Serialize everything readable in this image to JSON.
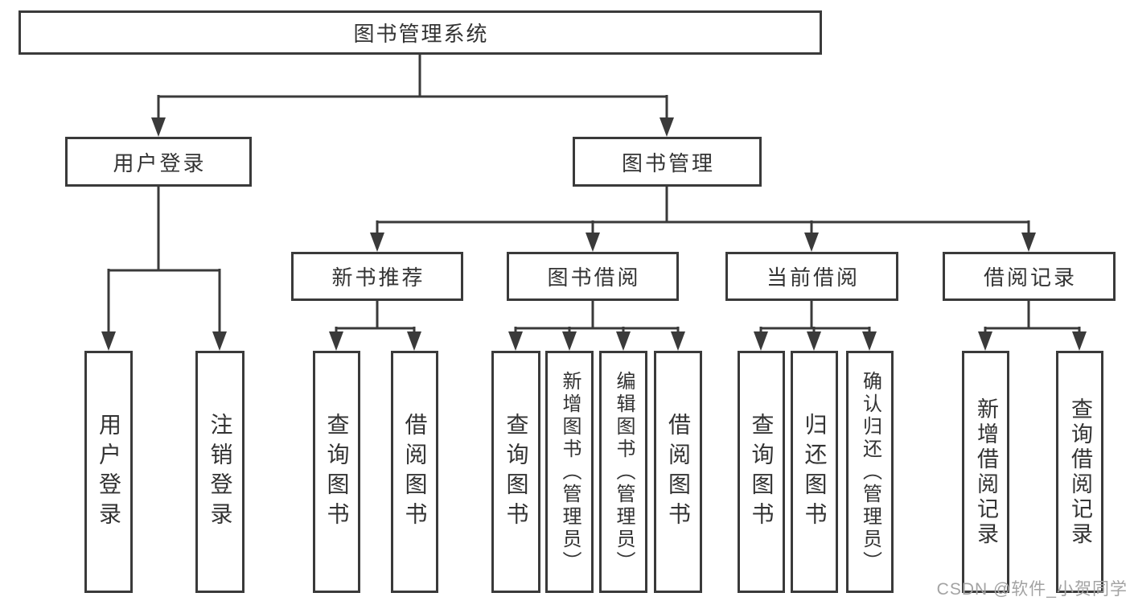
{
  "colors": {
    "line": "#3a3a3a",
    "text": "#333333",
    "box_background": "#ffffff",
    "watermark": "#a3a3a3"
  },
  "diagram": {
    "root": {
      "label": "图书管理系统",
      "children": [
        {
          "label": "用户登录",
          "children": [
            {
              "label": "用户登录"
            },
            {
              "label": "注销登录"
            }
          ]
        },
        {
          "label": "图书管理",
          "children": [
            {
              "label": "新书推荐",
              "children": [
                {
                  "label": "查询图书"
                },
                {
                  "label": "借阅图书"
                }
              ]
            },
            {
              "label": "图书借阅",
              "children": [
                {
                  "label": "查询图书"
                },
                {
                  "label": "新增图书（管理员）"
                },
                {
                  "label": "编辑图书（管理员）"
                },
                {
                  "label": "借阅图书"
                }
              ]
            },
            {
              "label": "当前借阅",
              "children": [
                {
                  "label": "查询图书"
                },
                {
                  "label": "归还图书"
                },
                {
                  "label": "确认归还（管理员）"
                }
              ]
            },
            {
              "label": "借阅记录",
              "children": [
                {
                  "label": "新增借阅记录"
                },
                {
                  "label": "查询借阅记录"
                }
              ]
            }
          ]
        }
      ]
    }
  },
  "watermark": {
    "text": "CSDN @软件_小贺同学"
  }
}
